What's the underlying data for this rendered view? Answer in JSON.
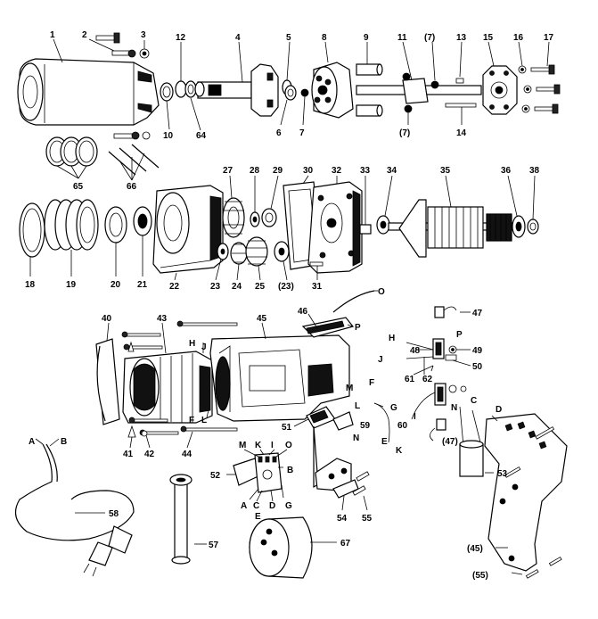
{
  "callouts": [
    {
      "id": "p1",
      "text": "1"
    },
    {
      "id": "p2",
      "text": "2"
    },
    {
      "id": "p3",
      "text": "3"
    },
    {
      "id": "p4",
      "text": "4"
    },
    {
      "id": "p5",
      "text": "5"
    },
    {
      "id": "p6",
      "text": "6"
    },
    {
      "id": "p7",
      "text": "7"
    },
    {
      "id": "p8",
      "text": "8"
    },
    {
      "id": "p9",
      "text": "9"
    },
    {
      "id": "p10",
      "text": "10"
    },
    {
      "id": "p11",
      "text": "11"
    },
    {
      "id": "p7a",
      "text": "(7)"
    },
    {
      "id": "p7b",
      "text": "(7)"
    },
    {
      "id": "p12",
      "text": "12"
    },
    {
      "id": "p13",
      "text": "13"
    },
    {
      "id": "p14",
      "text": "14"
    },
    {
      "id": "p15",
      "text": "15"
    },
    {
      "id": "p16",
      "text": "16"
    },
    {
      "id": "p17",
      "text": "17"
    },
    {
      "id": "p64",
      "text": "64"
    },
    {
      "id": "p65",
      "text": "65"
    },
    {
      "id": "p66",
      "text": "66"
    },
    {
      "id": "p18",
      "text": "18"
    },
    {
      "id": "p19",
      "text": "19"
    },
    {
      "id": "p20",
      "text": "20"
    },
    {
      "id": "p21",
      "text": "21"
    },
    {
      "id": "p22",
      "text": "22"
    },
    {
      "id": "p23",
      "text": "23"
    },
    {
      "id": "p24",
      "text": "24"
    },
    {
      "id": "p25",
      "text": "25"
    },
    {
      "id": "p23b",
      "text": "(23)"
    },
    {
      "id": "p27",
      "text": "27"
    },
    {
      "id": "p28",
      "text": "28"
    },
    {
      "id": "p29",
      "text": "29"
    },
    {
      "id": "p30",
      "text": "30"
    },
    {
      "id": "p31",
      "text": "31"
    },
    {
      "id": "p32",
      "text": "32"
    },
    {
      "id": "p33",
      "text": "33"
    },
    {
      "id": "p34",
      "text": "34"
    },
    {
      "id": "p35",
      "text": "35"
    },
    {
      "id": "p36",
      "text": "36"
    },
    {
      "id": "p38",
      "text": "38"
    },
    {
      "id": "pO",
      "text": "O"
    },
    {
      "id": "p46",
      "text": "46"
    },
    {
      "id": "pP",
      "text": "P"
    },
    {
      "id": "p45",
      "text": "45"
    },
    {
      "id": "p40",
      "text": "40"
    },
    {
      "id": "p43",
      "text": "43"
    },
    {
      "id": "pH",
      "text": "H"
    },
    {
      "id": "pJ",
      "text": "J"
    },
    {
      "id": "p47",
      "text": "47"
    },
    {
      "id": "pH2",
      "text": "H"
    },
    {
      "id": "pJ2",
      "text": "J"
    },
    {
      "id": "p48",
      "text": "48"
    },
    {
      "id": "pP2",
      "text": "P"
    },
    {
      "id": "p49",
      "text": "49"
    },
    {
      "id": "p50",
      "text": "50"
    },
    {
      "id": "p61",
      "text": "61"
    },
    {
      "id": "p62",
      "text": "62"
    },
    {
      "id": "pF",
      "text": "F"
    },
    {
      "id": "pL",
      "text": "L"
    },
    {
      "id": "pM",
      "text": "M"
    },
    {
      "id": "pF2",
      "text": "F"
    },
    {
      "id": "pL2",
      "text": "L"
    },
    {
      "id": "pG",
      "text": "G"
    },
    {
      "id": "pI",
      "text": "I"
    },
    {
      "id": "p59",
      "text": "59"
    },
    {
      "id": "p60",
      "text": "60"
    },
    {
      "id": "pE",
      "text": "E"
    },
    {
      "id": "pK",
      "text": "K"
    },
    {
      "id": "pC",
      "text": "C"
    },
    {
      "id": "pD",
      "text": "D"
    },
    {
      "id": "pN",
      "text": "N"
    },
    {
      "id": "p47b",
      "text": "(47)"
    },
    {
      "id": "p51",
      "text": "51"
    },
    {
      "id": "pN2",
      "text": "N"
    },
    {
      "id": "p41",
      "text": "41"
    },
    {
      "id": "p42",
      "text": "42"
    },
    {
      "id": "p44",
      "text": "44"
    },
    {
      "id": "pA",
      "text": "A"
    },
    {
      "id": "pB",
      "text": "B"
    },
    {
      "id": "pM2",
      "text": "M"
    },
    {
      "id": "pK2",
      "text": "K"
    },
    {
      "id": "pI2",
      "text": "I"
    },
    {
      "id": "pO2",
      "text": "O"
    },
    {
      "id": "pB2",
      "text": "B"
    },
    {
      "id": "p52",
      "text": "52"
    },
    {
      "id": "pA2",
      "text": "A"
    },
    {
      "id": "pC2",
      "text": "C"
    },
    {
      "id": "pD2",
      "text": "D"
    },
    {
      "id": "pG2",
      "text": "G"
    },
    {
      "id": "pE2",
      "text": "E"
    },
    {
      "id": "p53",
      "text": "53"
    },
    {
      "id": "p54",
      "text": "54"
    },
    {
      "id": "p55",
      "text": "55"
    },
    {
      "id": "p58",
      "text": "58"
    },
    {
      "id": "p57",
      "text": "57"
    },
    {
      "id": "p67",
      "text": "67"
    },
    {
      "id": "p45b",
      "text": "(45)"
    },
    {
      "id": "p55b",
      "text": "(55)"
    }
  ]
}
